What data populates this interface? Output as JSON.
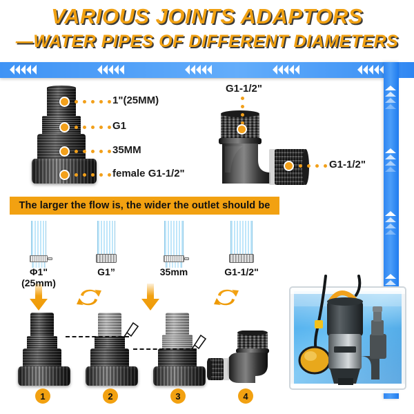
{
  "title": {
    "line1": "VARIOUS JOINTS ADAPTORS",
    "line2": "—WATER PIPES OF DIFFERENT DIAMETERS",
    "color": "#F0A011",
    "shadow_color": "#3a3a3a"
  },
  "theme": {
    "blue": "#3f93f5",
    "blue_dark": "#1f7bef",
    "orange": "#F2A111",
    "dot_orange": "#F2A01B",
    "text_dark": "#111111",
    "water_blue": "#bfe6fa"
  },
  "decor": {
    "top_bar_chevron_groups": 5,
    "top_bar_chevrons_per_group": 5,
    "top_bar_direction": "left",
    "right_bar_chevron_groups": 4,
    "right_bar_chevrons_per_group": 4,
    "right_bar_direction": "up"
  },
  "stacked_adaptor": {
    "labels": [
      {
        "text": "1\"(25MM)",
        "dots": 5
      },
      {
        "text": "G1",
        "dots": 5
      },
      {
        "text": "35MM",
        "dots": 5
      },
      {
        "text": "female G1-1/2\"",
        "dots": 5
      }
    ]
  },
  "elbow_adaptor": {
    "top_label": {
      "text": "G1-1/2\"",
      "dots": 4
    },
    "side_label": {
      "text": "G1-1/2\"",
      "dots": 4
    }
  },
  "banner": {
    "text": "The larger the flow is, the wider the outlet should be"
  },
  "flow_streams": [
    {
      "label": "Φ1\"",
      "label2": "(25mm)",
      "width": 20,
      "clamp": "hose"
    },
    {
      "label": "G1”",
      "label2": "",
      "width": 24,
      "clamp": "nut"
    },
    {
      "label": "35mm",
      "label2": "",
      "width": 26,
      "clamp": "hose"
    },
    {
      "label": "G1-1/2\"",
      "label2": "",
      "width": 30,
      "clamp": "nut"
    }
  ],
  "steps": [
    {
      "number": "1",
      "action_icon": "arrow-down-icon"
    },
    {
      "number": "2",
      "action_icon": "rotate-icon"
    },
    {
      "number": "3",
      "action_icon": "arrow-down-icon"
    },
    {
      "number": "4",
      "action_icon": "rotate-icon"
    }
  ],
  "pump_scene": {
    "alt": "submersible-pump-in-water-tank"
  }
}
